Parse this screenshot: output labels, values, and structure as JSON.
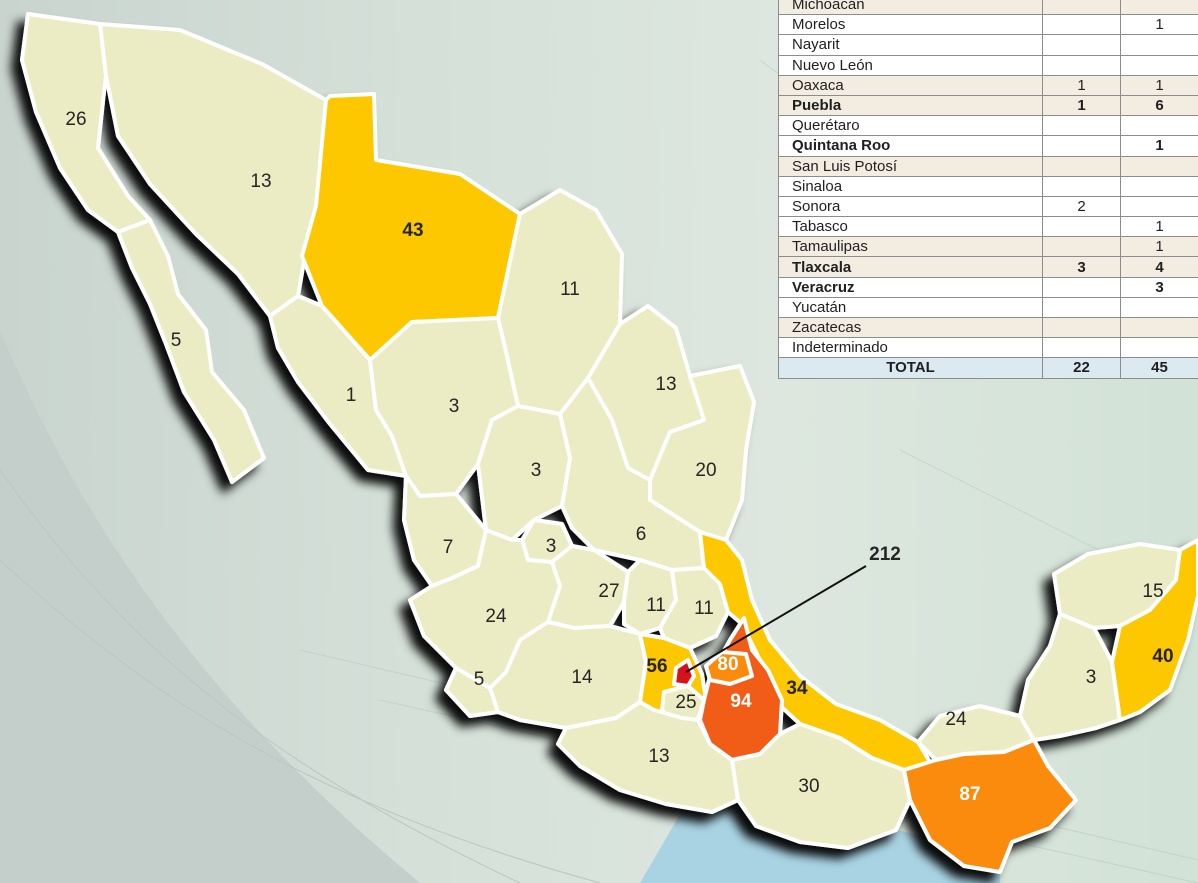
{
  "colors": {
    "base": "#ebebc4",
    "tier_yellow": "#fec800",
    "tier_orange": "#fb8b0c",
    "tier_deep": "#f15c14",
    "tier_red": "#d6121a",
    "border": "#ffffff"
  },
  "map": {
    "labels": [
      {
        "id": "baja-california",
        "value": "26"
      },
      {
        "id": "baja-california-sur",
        "value": "5"
      },
      {
        "id": "sonora",
        "value": "13"
      },
      {
        "id": "chihuahua",
        "value": "43"
      },
      {
        "id": "coahuila",
        "value": "11"
      },
      {
        "id": "sinaloa",
        "value": "1"
      },
      {
        "id": "durango",
        "value": "3"
      },
      {
        "id": "nuevo-leon",
        "value": "13"
      },
      {
        "id": "tamaulipas",
        "value": "20"
      },
      {
        "id": "zacatecas",
        "value": "3"
      },
      {
        "id": "san-luis-potosi",
        "value": "6"
      },
      {
        "id": "nayarit",
        "value": "7"
      },
      {
        "id": "aguascalientes",
        "value": "3"
      },
      {
        "id": "jalisco",
        "value": "24"
      },
      {
        "id": "guanajuato",
        "value": "27"
      },
      {
        "id": "queretaro",
        "value": "11"
      },
      {
        "id": "hidalgo",
        "value": "11"
      },
      {
        "id": "colima",
        "value": "5"
      },
      {
        "id": "michoacan",
        "value": "14"
      },
      {
        "id": "estado-de-mexico",
        "value": "56"
      },
      {
        "id": "tlaxcala",
        "value": "80"
      },
      {
        "id": "morelos",
        "value": "25"
      },
      {
        "id": "puebla",
        "value": "94"
      },
      {
        "id": "veracruz",
        "value": "34"
      },
      {
        "id": "guerrero",
        "value": "13"
      },
      {
        "id": "oaxaca",
        "value": "30"
      },
      {
        "id": "tabasco",
        "value": "24"
      },
      {
        "id": "chiapas",
        "value": "87"
      },
      {
        "id": "campeche",
        "value": "3"
      },
      {
        "id": "yucatan",
        "value": "15"
      },
      {
        "id": "quintana-roo",
        "value": "40"
      },
      {
        "id": "ciudad-de-mexico",
        "value": "212"
      }
    ]
  },
  "table": {
    "rows": [
      {
        "name": "Michoacán",
        "c1": "",
        "c2": "",
        "style": "alt"
      },
      {
        "name": "Morelos",
        "c1": "",
        "c2": "1",
        "style": ""
      },
      {
        "name": "Nayarit",
        "c1": "",
        "c2": "",
        "style": ""
      },
      {
        "name": "Nuevo León",
        "c1": "",
        "c2": "",
        "style": ""
      },
      {
        "name": "Oaxaca",
        "c1": "1",
        "c2": "1",
        "style": "alt"
      },
      {
        "name": "Puebla",
        "c1": "1",
        "c2": "6",
        "style": "bold alt"
      },
      {
        "name": "Querétaro",
        "c1": "",
        "c2": "",
        "style": ""
      },
      {
        "name": "Quintana Roo",
        "c1": "",
        "c2": "1",
        "style": "bold"
      },
      {
        "name": "San Luis Potosí",
        "c1": "",
        "c2": "",
        "style": "alt"
      },
      {
        "name": "Sinaloa",
        "c1": "",
        "c2": "",
        "style": ""
      },
      {
        "name": "Sonora",
        "c1": "2",
        "c2": "",
        "style": ""
      },
      {
        "name": "Tabasco",
        "c1": "",
        "c2": "1",
        "style": ""
      },
      {
        "name": "Tamaulipas",
        "c1": "",
        "c2": "1",
        "style": "alt"
      },
      {
        "name": "Tlaxcala",
        "c1": "3",
        "c2": "4",
        "style": "bold alt"
      },
      {
        "name": "Veracruz",
        "c1": "",
        "c2": "3",
        "style": "bold"
      },
      {
        "name": "Yucatán",
        "c1": "",
        "c2": "",
        "style": ""
      },
      {
        "name": "Zacatecas",
        "c1": "",
        "c2": "",
        "style": "alt"
      },
      {
        "name": "Indeterminado",
        "c1": "",
        "c2": "",
        "style": ""
      }
    ],
    "total": {
      "label": "TOTAL",
      "c1": "22",
      "c2": "45"
    }
  }
}
